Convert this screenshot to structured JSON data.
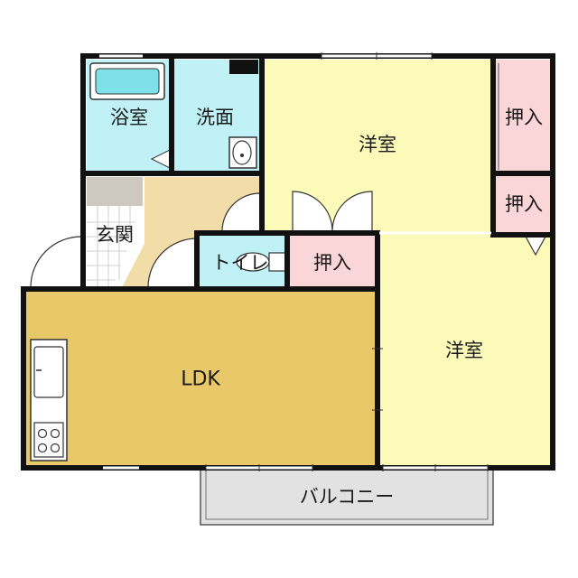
{
  "rooms": {
    "bath": "浴室",
    "washroom": "洗面",
    "bedroom_north": "洋室",
    "closet_north": "押入",
    "closet_middle": "押入",
    "entrance": "玄関",
    "toilet": "トイレ",
    "closet_south": "押入",
    "ldk": "LDK",
    "bedroom_south": "洋室",
    "balcony": "バルコニー"
  },
  "colors": {
    "wall": "#111111",
    "bath": "#bff1f6",
    "bedroom": "#fbfab8",
    "closet": "#fbd6d8",
    "ldk": "#e9c869",
    "hall": "#f2dda8",
    "entrance_floor": "#cfc8c0",
    "balcony": "#e2e2e2"
  }
}
